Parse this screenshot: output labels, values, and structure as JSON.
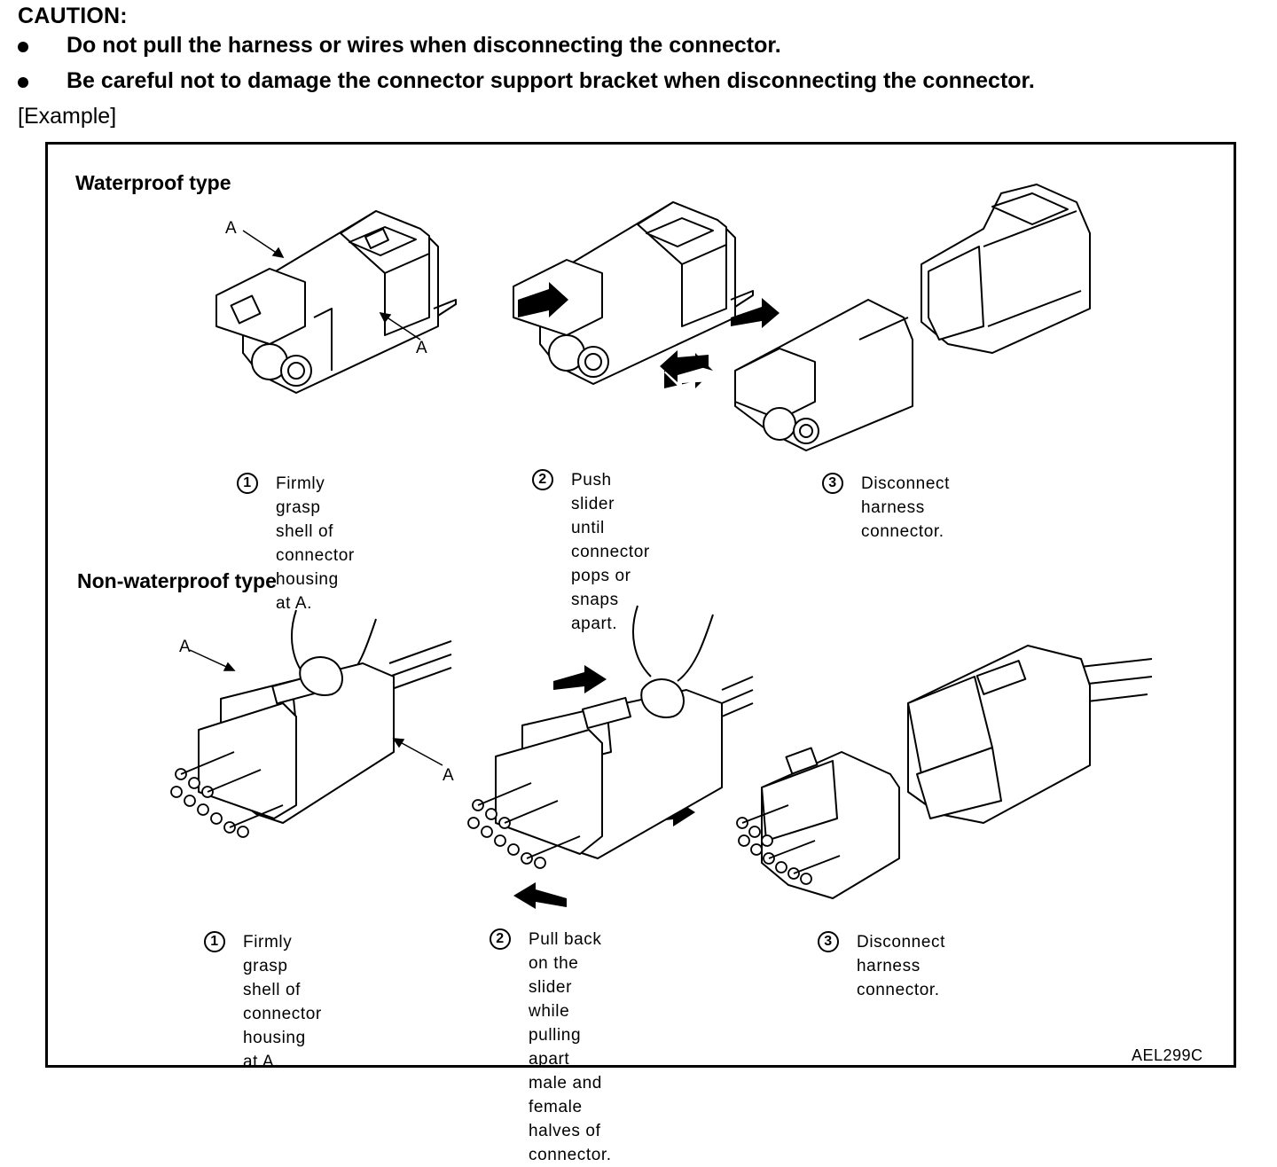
{
  "caution": {
    "title": "CAUTION:",
    "bullets": [
      "Do not pull the harness or wires when disconnecting the connector.",
      "Be careful not to damage the connector support bracket when disconnecting the connector."
    ]
  },
  "example_label": "[Example]",
  "figure": {
    "waterproof": {
      "title": "Waterproof type",
      "callout": "A",
      "steps": [
        {
          "num": "1",
          "text": "Firmly grasp shell of\nconnector housing\nat A."
        },
        {
          "num": "2",
          "text": "Push slider until\nconnector pops or\nsnaps apart."
        },
        {
          "num": "3",
          "text": "Disconnect harness\nconnector."
        }
      ]
    },
    "non_waterproof": {
      "title": "Non-waterproof type",
      "callout": "A",
      "steps": [
        {
          "num": "1",
          "text": "Firmly grasp shell of\nconnector housing\nat A."
        },
        {
          "num": "2",
          "text": "Pull back on the\nslider while pulling\napart male and\nfemale halves of\nconnector."
        },
        {
          "num": "3",
          "text": "Disconnect harness\nconnector."
        }
      ]
    },
    "figure_id": "AEL299C"
  },
  "icons": {
    "bullet": "bullet-dot-icon",
    "arrow": "push-arrow-icon",
    "connector": "connector-illustration"
  }
}
